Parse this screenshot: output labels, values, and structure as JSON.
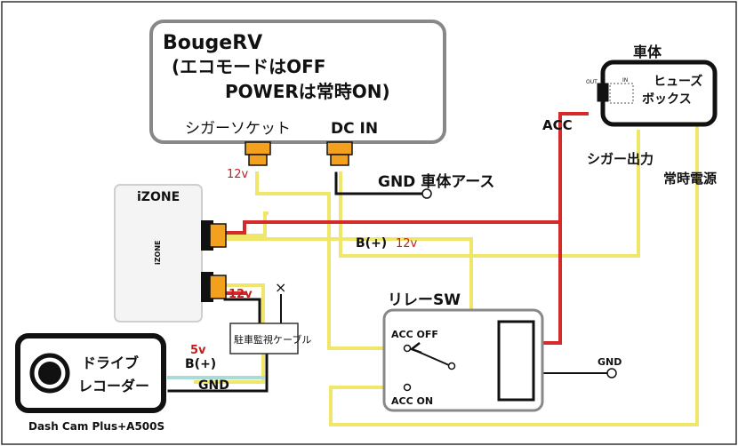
{
  "device": {
    "name": "BougeRV",
    "mode_line1": "(エコモードはOFF",
    "mode_line2": "POWERは常時ON)",
    "port_cigar": "シガーソケット",
    "port_dcin": "DC IN"
  },
  "labels": {
    "volt_cigar": "12v",
    "gnd_body_earth": "GND 車体アース",
    "izone": "iZONE",
    "izone_logo": "iZONE",
    "b_plus_12v_b": "B(+)",
    "b_plus_12v_v": "12v",
    "volt_izone_out": "12v",
    "x_mark": "×",
    "parking_cable": "駐車監視ケーブル",
    "volt_5v": "5v",
    "b_plus_recorder": "B(+)",
    "gnd_recorder": "GND",
    "vehicle": "車体",
    "acc": "ACC",
    "cigar_output": "シガー出力",
    "constant_power": "常時電源",
    "relay_sw": "リレーSW",
    "acc_off": "ACC OFF",
    "acc_on": "ACC ON",
    "gnd_relay": "GND"
  },
  "fusebox": {
    "line1": "ヒューズ",
    "line2": "ボックス",
    "out": "OUT",
    "in": "IN"
  },
  "recorder": {
    "line1": "ドライブ",
    "line2": "レコーダー",
    "model": "Dash Cam Plus+A500S"
  },
  "colors": {
    "red_wire": "#d42a2a",
    "yellow_wire": "#efe66a",
    "black_wire": "#111111",
    "cyan_wire": "#a9dcd8",
    "connector_orange": "#f2a01e",
    "box_border": "#888888"
  }
}
